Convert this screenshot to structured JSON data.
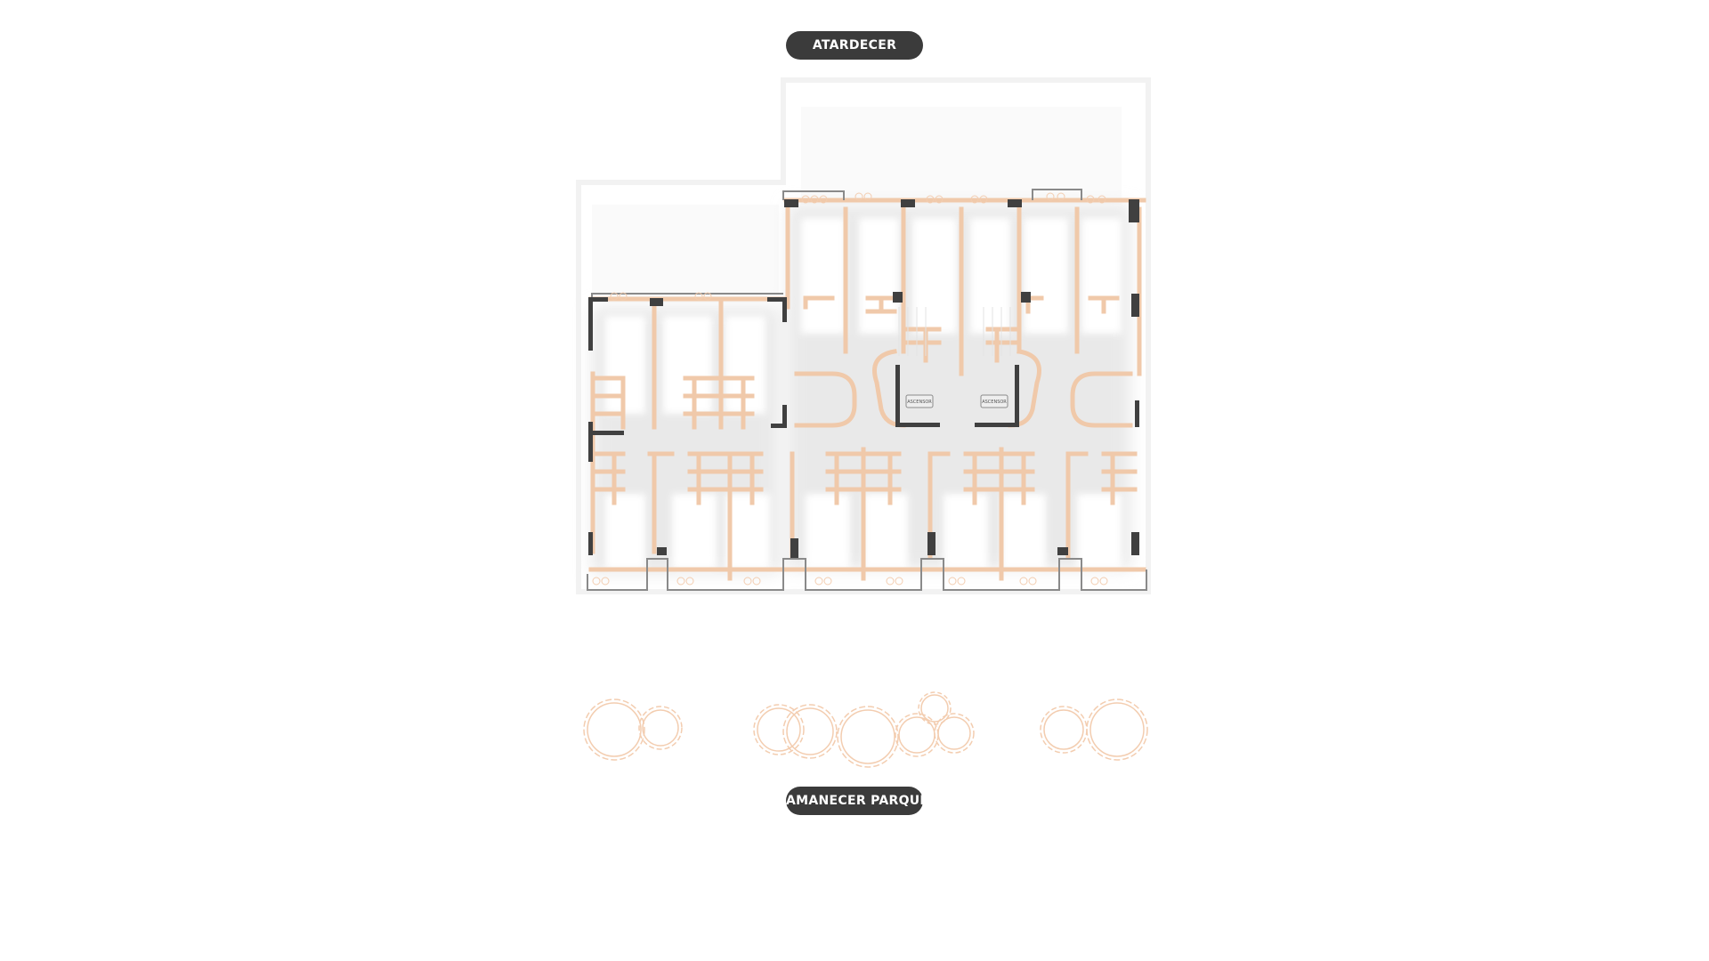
{
  "orientation": {
    "top_label": "ATARDECER",
    "bottom_label": "AMANECER PARQUE"
  },
  "plan": {
    "elevator_labels": [
      "ASCENSOR",
      "ASCENSOR"
    ]
  },
  "colors": {
    "wall_partition": "#f0c9aa",
    "wall_structure": "#404040",
    "room_shadow": "#e6e6e6",
    "tree_outline": "#f3cdb0",
    "pill_background": "#3b3b3b",
    "pill_text": "#ffffff"
  },
  "icons": [
    "tree-icon",
    "elevator-icon",
    "stair-icon"
  ]
}
